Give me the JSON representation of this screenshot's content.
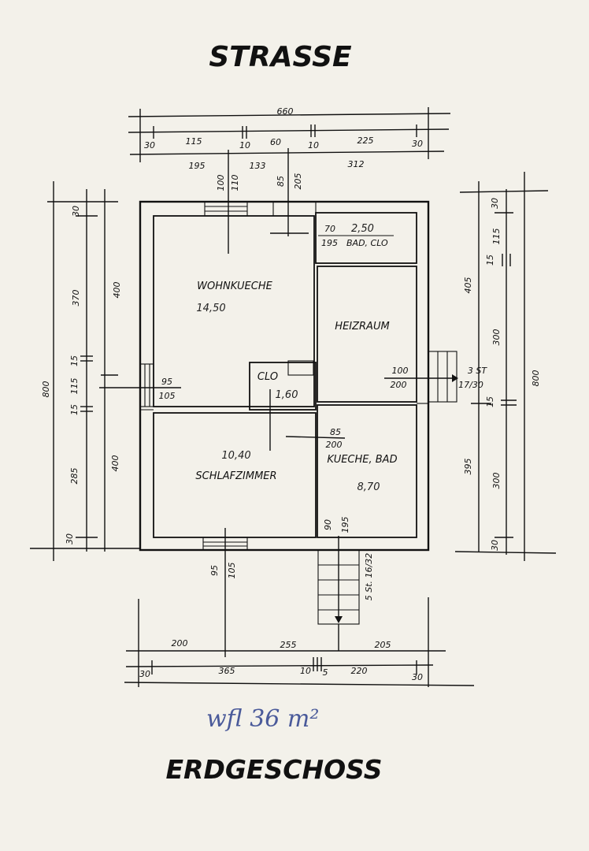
{
  "titles": {
    "street": "STRASSE",
    "floor": "ERDGESCHOSS",
    "handwritten_note": "wfl 36 m²"
  },
  "rooms": {
    "wohnkueche": {
      "name": "WOHNKUECHE",
      "area": "14,50"
    },
    "bad_clo": {
      "name": "BAD, CLO",
      "area": "2,50",
      "dim_w": "70",
      "dim_h": "195"
    },
    "heizraum": {
      "name": "HEIZRAUM"
    },
    "clo": {
      "name": "CLO",
      "area": "1,60"
    },
    "schlafzimmer": {
      "name": "SCHLAFZIMMER",
      "area": "10,40"
    },
    "kueche_bad": {
      "name": "KUECHE, BAD",
      "area": "8,70"
    }
  },
  "dimensions": {
    "top_total": "660",
    "top_row": [
      "30",
      "115",
      "10",
      "60",
      "10",
      "225",
      "30"
    ],
    "top_lower": [
      "195",
      "133",
      "312"
    ],
    "top_window": [
      "100",
      "110"
    ],
    "top_door": [
      "85",
      "205"
    ],
    "left_total": "800",
    "left_row": [
      "30",
      "370",
      "15",
      "115",
      "15",
      "285",
      "30"
    ],
    "left_halves": [
      "400",
      "400"
    ],
    "left_window": [
      "95",
      "105"
    ],
    "right_total": "800",
    "right_row": [
      "30",
      "115",
      "15",
      "300",
      "15",
      "300",
      "30"
    ],
    "right_halves": [
      "405",
      "395"
    ],
    "right_door": [
      "100",
      "200"
    ],
    "right_stairs": [
      "3 ST",
      "17/30"
    ],
    "inner_door": [
      "85",
      "200"
    ],
    "bottom_window": [
      "95",
      "105"
    ],
    "bottom_door": [
      "90",
      "195"
    ],
    "bottom_stairs": "5 St. 16/32",
    "bottom_upper": [
      "200",
      "255",
      "205"
    ],
    "bottom_row": [
      "30",
      "365",
      "10",
      "5",
      "220",
      "30"
    ]
  }
}
